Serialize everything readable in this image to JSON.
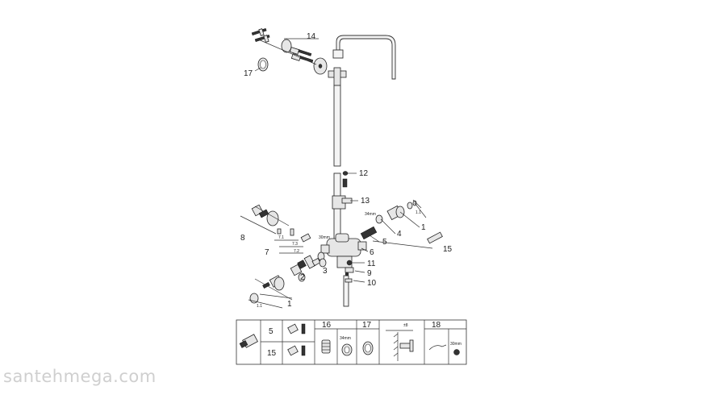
{
  "diagram": {
    "callouts": {
      "c14": "14",
      "c17": "17",
      "c12": "12",
      "c13": "13",
      "c8": "8",
      "c7": "7",
      "c7_1": "7.1",
      "c7_3": "7.3",
      "c7_2": "7.2",
      "c30mm_a": "30mm",
      "c6": "6",
      "c5": "5",
      "c4": "4",
      "c34mm_a": "34mm",
      "c1_1_r": "1.1",
      "c1_r": "1",
      "c15": "15",
      "c3": "3",
      "c2": "2",
      "c11": "11",
      "c9": "9",
      "c10": "10",
      "c1_1_l": "1.1",
      "c1_l": "1"
    },
    "spare_table": {
      "row_5": "5",
      "row_15": "15",
      "h16": "16",
      "size16": "34mm",
      "h17": "17",
      "h_arrow": "±8",
      "h18": "18",
      "size18": "30mm"
    }
  },
  "watermark": "santehmega.com"
}
